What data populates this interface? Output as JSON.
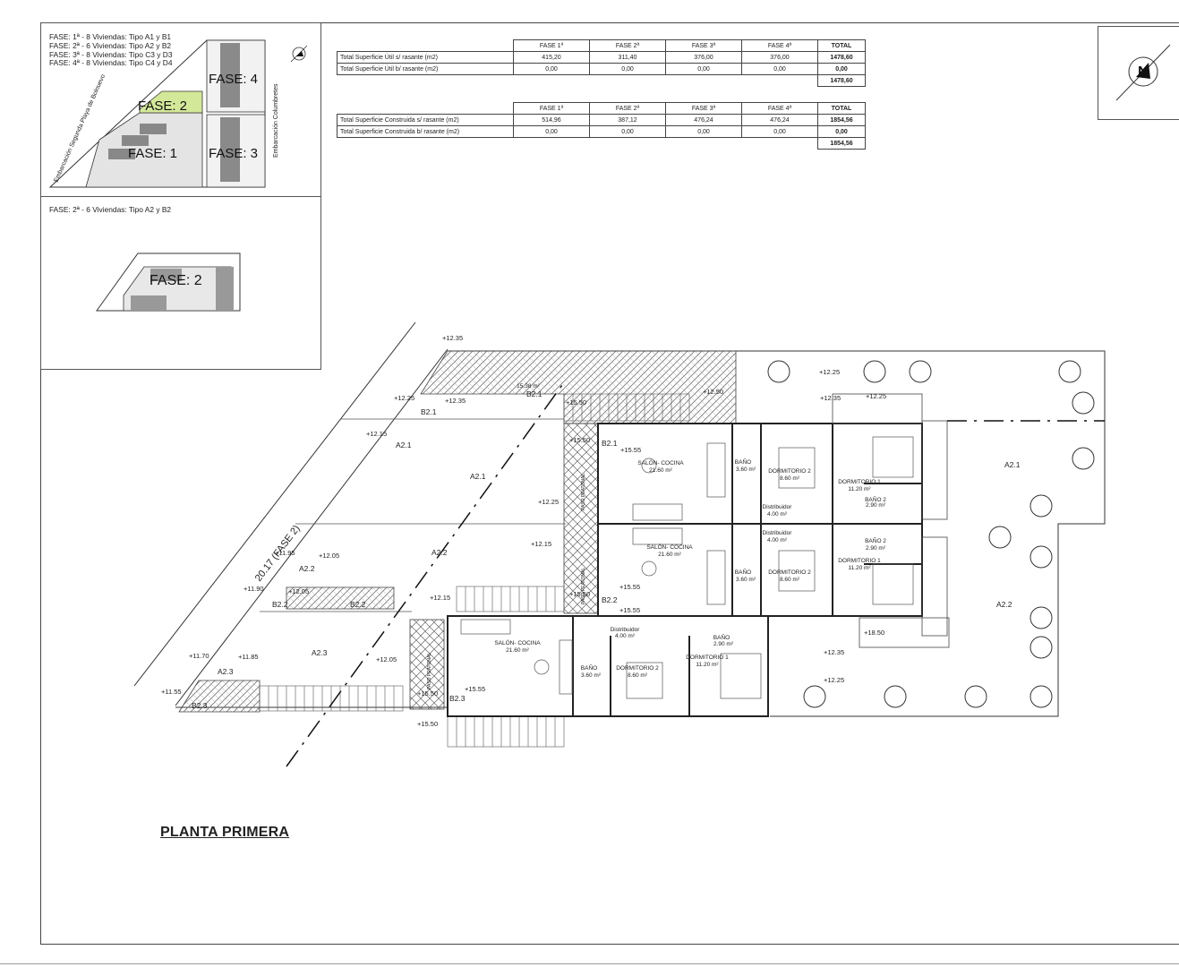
{
  "legend": {
    "lines": [
      "FASE: 1ª -  8 Viviendas: Tipo A1 y B1",
      "FASE: 2ª -  6 Viviendas: Tipo A2 y B2",
      "FASE: 3ª -  8 Viviendas: Tipo  C3 y D3",
      "FASE: 4ª -  8 Viviendas: Tipo  C4 y D4"
    ],
    "phase_labels": [
      "FASE: 1",
      "FASE: 2",
      "FASE: 3",
      "FASE: 4"
    ],
    "street_left": "Embarcación Segunda Playa de Bolnuevo",
    "street_right": "Embarcación Columbretes",
    "accent_color": "#d4e89a"
  },
  "phase2_panel": {
    "title": "FASE: 2ª -  6 Viviendas: Tipo A2 y B2",
    "label": "FASE: 2"
  },
  "table_util": {
    "headers": [
      "FASE 1ª",
      "FASE 2ª",
      "FASE 3ª",
      "FASE 4ª",
      "TOTAL"
    ],
    "rows": [
      {
        "label": "Total Superficie Útil s/ rasante (m2)",
        "values": [
          "415,20",
          "311,40",
          "376,00",
          "376,00"
        ],
        "total": "1478,60"
      },
      {
        "label": "Total Superficie Útil b/ rasante (m2)",
        "values": [
          "0,00",
          "0,00",
          "0,00",
          "0,00"
        ],
        "total": "0,00"
      }
    ],
    "grand_total": "1478,60"
  },
  "table_construida": {
    "headers": [
      "FASE 1ª",
      "FASE 2ª",
      "FASE 3ª",
      "FASE 4ª",
      "TOTAL"
    ],
    "rows": [
      {
        "label": "Total Superficie Construida s/ rasante (m2)",
        "values": [
          "514,96",
          "387,12",
          "476,24",
          "476,24"
        ],
        "total": "1854,56"
      },
      {
        "label": "Total Superficie Construida b/ rasante (m2)",
        "values": [
          "0,00",
          "0,00",
          "0,00",
          "0,00"
        ],
        "total": "0,00"
      }
    ],
    "grand_total": "1854,56"
  },
  "plan": {
    "title": "PLANTA PRIMERA",
    "boundary_label": "20.17 (FASE 2)",
    "zones": [
      "A2.1",
      "A2.2",
      "A2.3",
      "B2.1",
      "B2.2",
      "B2.3"
    ],
    "rooms": {
      "salon": "SALÓN- COCINA",
      "salon_area": "21.60 m²",
      "dormitorio1": "DORMITORIO 1",
      "dormitorio1_area": "11.20 m²",
      "dormitorio2": "DORMITORIO 2",
      "dormitorio2_area": "8.60 m²",
      "bano": "BAÑO",
      "bano_area": "3.60 m²",
      "bano2": "BAÑO 2",
      "bano2_area": "2.90 m²",
      "distribuidor": "Distribuidor",
      "distribuidor_area": "4.00 m²"
    },
    "levels": [
      "+12.35",
      "+12.25",
      "+12.15",
      "+11.95",
      "+11.90",
      "+11.70",
      "+11.55",
      "+12.05",
      "+11.85",
      "+15.50",
      "+15.55",
      "+12.50",
      "+18.50"
    ],
    "terrace_area": "15.38 m²",
    "passage_label": "PASO PEATONAL"
  }
}
